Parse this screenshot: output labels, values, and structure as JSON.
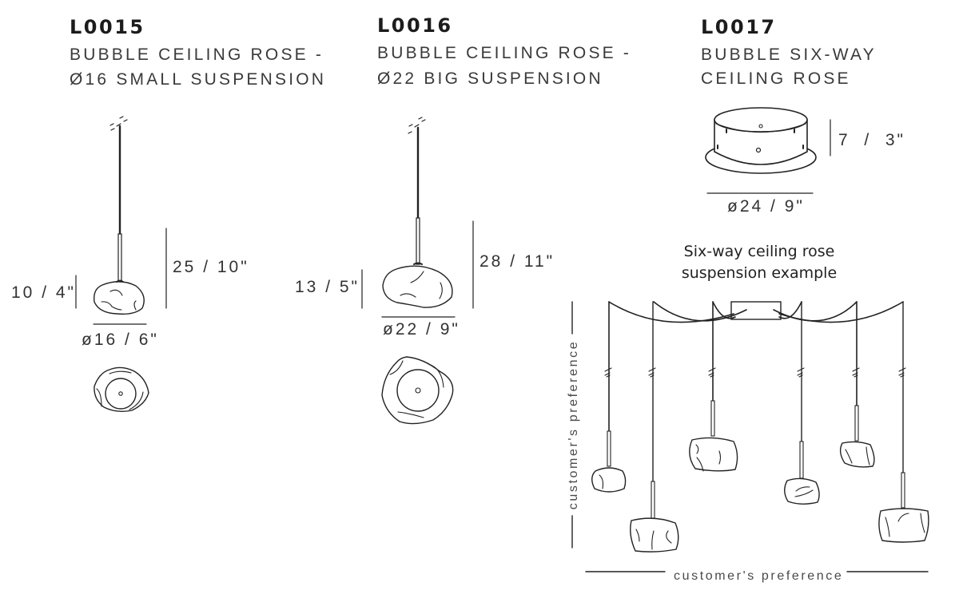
{
  "products": [
    {
      "code": "L0015",
      "title_line1": "BUBBLE CEILING ROSE -",
      "title_line2": "Ø16 SMALL SUSPENSION",
      "dimensions": {
        "shade_height": "10 / 4\"",
        "total_height": "25 / 10\"",
        "diameter": "ø16 / 6\""
      }
    },
    {
      "code": "L0016",
      "title_line1": "BUBBLE CEILING ROSE -",
      "title_line2": "Ø22 BIG SUSPENSION",
      "dimensions": {
        "shade_height": "13 / 5\"",
        "total_height": "28 / 11\"",
        "diameter": "ø22 / 9\""
      }
    },
    {
      "code": "L0017",
      "title_line1": "BUBBLE SIX-WAY",
      "title_line2": "CEILING ROSE",
      "dimensions": {
        "height": "7  /  3\"",
        "diameter": "ø24 / 9\""
      }
    }
  ],
  "example": {
    "caption_line1": "Six-way ceiling rose",
    "caption_line2": "suspension example",
    "vertical_label": "customer's preference",
    "horizontal_label": "customer's preference"
  }
}
